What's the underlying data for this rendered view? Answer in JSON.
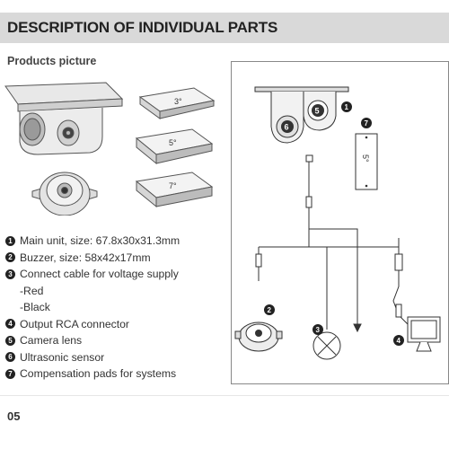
{
  "header": {
    "title": "DESCRIPTION OF INDIVIDUAL PARTS"
  },
  "section": {
    "subtitle": "Products picture"
  },
  "pads": [
    {
      "label": "3°"
    },
    {
      "label": "5°"
    },
    {
      "label": "7°"
    }
  ],
  "parts": [
    {
      "num": "1",
      "text": "Main unit, size: 67.8x30x31.3mm"
    },
    {
      "num": "2",
      "text": "Buzzer, size: 58x42x17mm"
    },
    {
      "num": "3",
      "text": "Connect cable for voltage supply"
    },
    {
      "num": "",
      "text": "-Red"
    },
    {
      "num": "",
      "text": "-Black"
    },
    {
      "num": "4",
      "text": "Output RCA connector"
    },
    {
      "num": "5",
      "text": "Camera lens"
    },
    {
      "num": "6",
      "text": "Ultrasonic sensor"
    },
    {
      "num": "7",
      "text": "Compensation pads for systems"
    }
  ],
  "diagram": {
    "labels": {
      "n1": "1",
      "n2": "2",
      "n3": "3",
      "n4": "4",
      "n5": "5",
      "n6": "6",
      "n7": "7",
      "pad": "5°"
    }
  },
  "footer": {
    "page_number": "05"
  }
}
